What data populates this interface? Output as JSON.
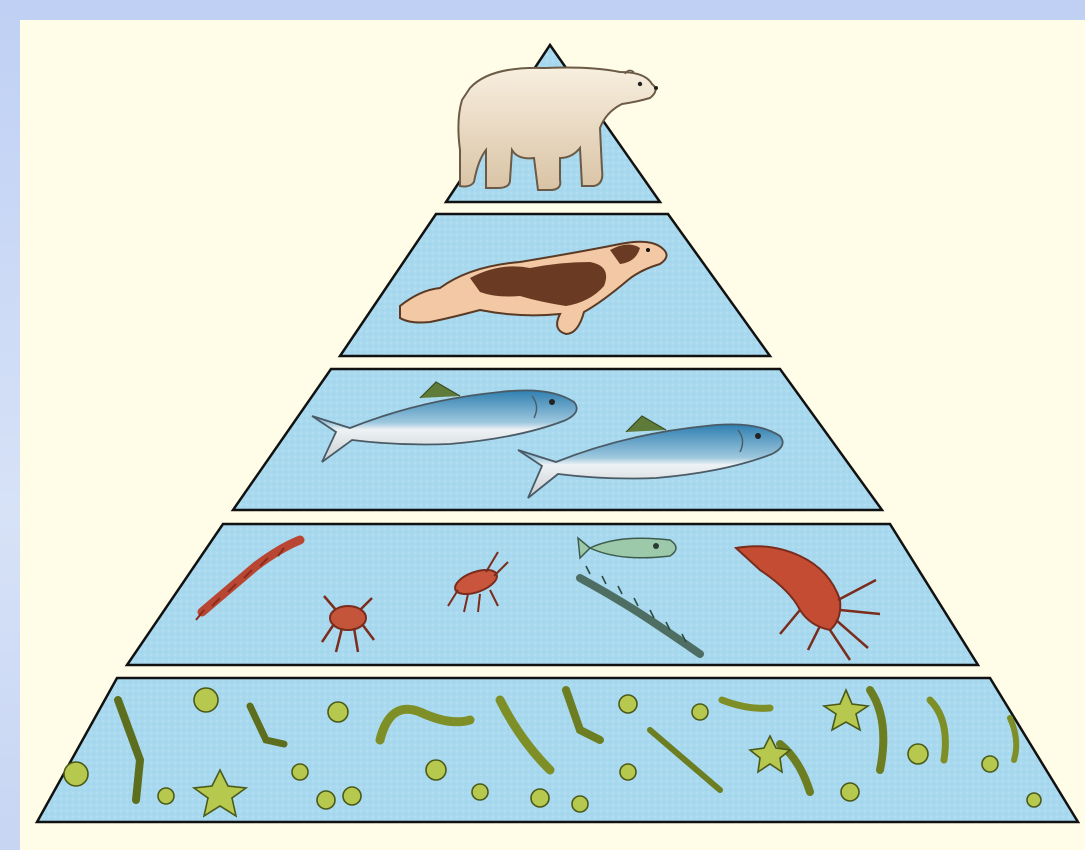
{
  "diagram": {
    "type": "food-pyramid",
    "levels": [
      {
        "rank": 1,
        "organisms": [
          "polar bear"
        ],
        "icon": "polar-bear-icon"
      },
      {
        "rank": 2,
        "organisms": [
          "seal"
        ],
        "icon": "seal-icon"
      },
      {
        "rank": 3,
        "organisms": [
          "fish",
          "fish"
        ],
        "icon": "fish-icon"
      },
      {
        "rank": 4,
        "organisms": [
          "zooplankton"
        ],
        "icon": "zooplankton-icon"
      },
      {
        "rank": 5,
        "organisms": [
          "phytoplankton"
        ],
        "icon": "phytoplankton-icon"
      }
    ],
    "colors": {
      "tier_fill": "#a9d9ee",
      "tier_stroke": "#111111",
      "background": "#fffde8",
      "frame": "#c8d6f4"
    }
  }
}
